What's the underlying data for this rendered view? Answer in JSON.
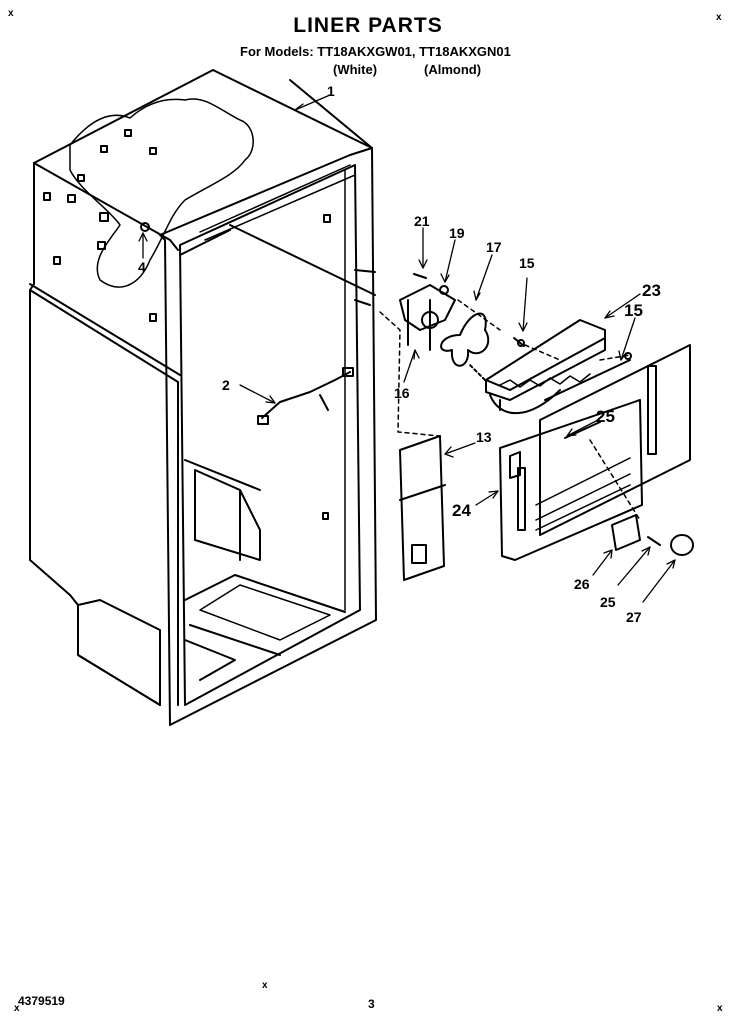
{
  "header": {
    "title": "LINER PARTS",
    "models_line": "For Models: TT18AKXGW01, TT18AKXGN01",
    "variant_white": "(White)",
    "variant_almond": "(Almond)"
  },
  "footer": {
    "part_number": "4379519",
    "page_number": "3"
  },
  "corner_marks": [
    "x",
    "x",
    "x",
    "x",
    "x"
  ],
  "callouts": [
    "1",
    "2",
    "4",
    "13",
    "15",
    "15",
    "16",
    "17",
    "19",
    "21",
    "23",
    "24",
    "25",
    "25",
    "26",
    "27"
  ]
}
